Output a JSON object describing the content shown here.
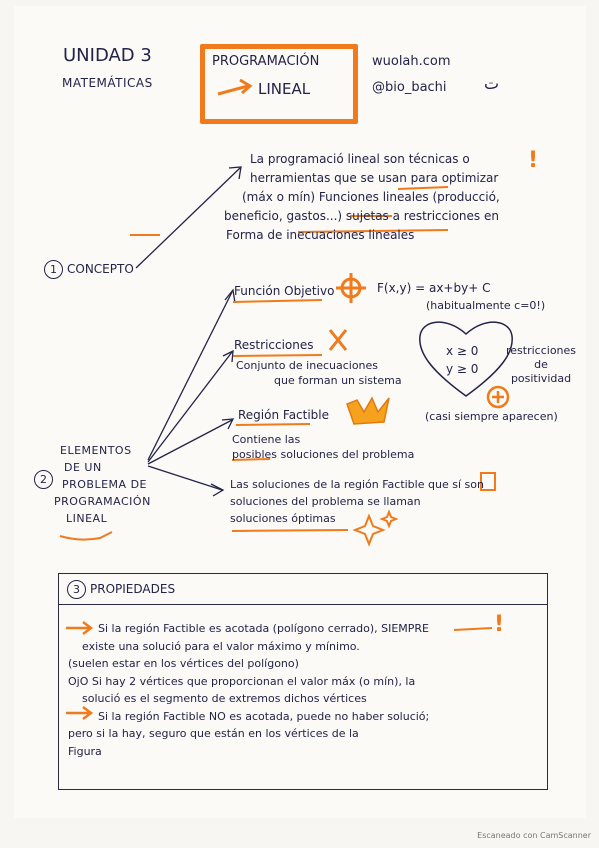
{
  "header": {
    "unit": "UNIDAD 3",
    "subject": "MATEMÁTICAS",
    "title_line1": "PROGRAMACIÓN",
    "title_line2": "LINEAL",
    "site": "wuolah.com",
    "handle": "@bio_bachi",
    "smiley": "ت"
  },
  "concepto": {
    "label": "CONCEPTO",
    "number": "1",
    "lines": [
      "La programació lineal son técnicas o",
      "herramientas que se usan para optimizar",
      "(máx o mín) Funciones lineales (producció,",
      "beneficio, gastos...) sujetas a restricciones en",
      "Forma de inecuaciones lineales"
    ],
    "exclaim": "!"
  },
  "elementos": {
    "number": "2",
    "label_lines": [
      "ELEMENTOS",
      "DE UN",
      "PROBLEMA DE",
      "PROGRAMACIÓN",
      "LINEAL"
    ],
    "funcion": {
      "label": "Función Objetivo",
      "formula": "F(x,y) = ax+by+ C",
      "note": "(habitualmente c=0!)"
    },
    "restricciones": {
      "label": "Restricciones",
      "lines": [
        "Conjunto de inecuaciones",
        "que forman un sistema"
      ],
      "heart_lines": [
        "x ≥ 0",
        "y ≥ 0"
      ],
      "side_lines": [
        "restricciones",
        "de",
        "positividad"
      ],
      "plus": "+",
      "note": "(casi siempre aparecen)"
    },
    "region": {
      "label": "Región Factible",
      "lines": [
        "Contiene las",
        "posibles soluciones del problema"
      ]
    },
    "soluciones": {
      "lines": [
        "Las soluciones de la región Factible que sí son",
        "soluciones del problema se llaman",
        "soluciones óptimas"
      ]
    }
  },
  "propiedades": {
    "number": "3",
    "title": "PROPIEDADES",
    "lines": [
      "Si la región Factible es acotada (polígono cerrado), SIEMPRE",
      "existe una solució para el valor máximo y mínimo.",
      "(suelen estar en los vértices del polígono)",
      "OjO Si hay 2 vértices que proporcionan el valor máx (o mín), la",
      "solució es el segmento de extremos dichos vértices",
      "Si la región Factible NO es acotada, puede no haber solució;",
      "pero si la hay, seguro que están en los vértices de la",
      "Figura"
    ],
    "exclaim": "!"
  },
  "footer": "Escaneado con CamScanner",
  "colors": {
    "accent": "#f07a1c",
    "ink": "#23234a"
  }
}
